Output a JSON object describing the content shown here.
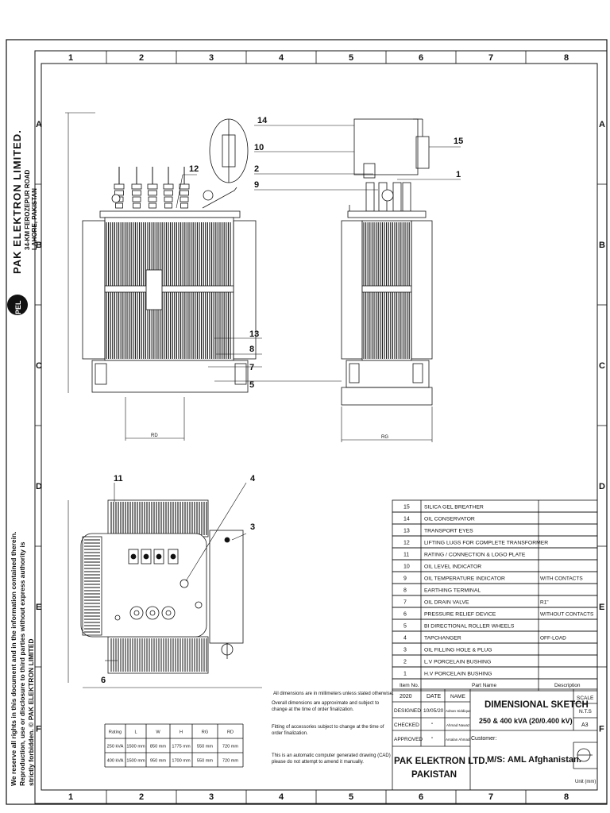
{
  "border": {
    "columns": [
      "1",
      "2",
      "3",
      "4",
      "5",
      "6",
      "7",
      "8"
    ],
    "rows": [
      "A",
      "B",
      "C",
      "D",
      "E",
      "F"
    ]
  },
  "company_vertical": {
    "name": "PAK ELEKTRON LIMITED.",
    "address_line1": "34-KM FEROZEPUR ROAD",
    "address_line2": "LAHORE, PAKISTAN",
    "logo_text": "PEL"
  },
  "copyright_vertical": {
    "line1": "We reserve all rights in this document and in the information contained therein.",
    "line2": "Reproduction, use or disclosure to third parties without express authority is",
    "line3": "strictly forbidden. © PAK ELEKTRON LIMITED"
  },
  "callouts": {
    "front": [
      "12",
      "13",
      "8",
      "7",
      "5"
    ],
    "side": [
      "14",
      "10",
      "2",
      "9",
      "15",
      "1"
    ],
    "top": [
      "11",
      "4",
      "3",
      "6"
    ]
  },
  "dimension_labels": {
    "front_rd": "RD",
    "side_rg": "RG"
  },
  "parts_table": {
    "header": {
      "item": "Item No.",
      "part": "Part Name",
      "desc": "Description"
    },
    "rows": [
      {
        "no": "15",
        "name": "SILICA GEL BREATHER",
        "desc": ""
      },
      {
        "no": "14",
        "name": "OIL CONSERVATOR",
        "desc": ""
      },
      {
        "no": "13",
        "name": "TRANSPORT EYES",
        "desc": ""
      },
      {
        "no": "12",
        "name": "LIFTING LUGS FOR COMPLETE TRANSFORMER",
        "desc": ""
      },
      {
        "no": "11",
        "name": "RATING / CONNECTION & LOGO PLATE",
        "desc": ""
      },
      {
        "no": "10",
        "name": "OIL LEVEL INDICATOR",
        "desc": ""
      },
      {
        "no": "9",
        "name": "OIL TEMPERATURE INDICATOR",
        "desc": "WITH CONTACTS"
      },
      {
        "no": "8",
        "name": "EARTHING TERMINAL",
        "desc": ""
      },
      {
        "no": "7",
        "name": "OIL DRAIN VALVE",
        "desc": "R1\""
      },
      {
        "no": "6",
        "name": "PRESSURE RELIEF DEVICE",
        "desc": "WITHOUT CONTACTS"
      },
      {
        "no": "5",
        "name": "BI DIRECTIONAL ROLLER WHEELS",
        "desc": ""
      },
      {
        "no": "4",
        "name": "TAPCHANGER",
        "desc": "OFF-LOAD"
      },
      {
        "no": "3",
        "name": "OIL FILLING HOLE & PLUG",
        "desc": ""
      },
      {
        "no": "2",
        "name": "L.V PORCELAIN BUSHING",
        "desc": ""
      },
      {
        "no": "1",
        "name": "H.V PORCELAIN BUSHING",
        "desc": ""
      }
    ]
  },
  "notes": [
    "All dimensions are in millimeters unless stated otherwise.",
    "Overall dimensions are approximate and subject to change at the time of order finalization.",
    "Fitting of accessories subject to change at the time of order finalization.",
    "This is an automatic computer generated drawing (CAD) please do not attempt to amend it manually."
  ],
  "rating_table": {
    "headers": [
      "Rating",
      "L",
      "W",
      "H",
      "RG",
      "RD"
    ],
    "rows": [
      [
        "250 kVA",
        "1500 mm",
        "850 mm",
        "1775 mm",
        "550 mm",
        "720 mm"
      ],
      [
        "400 kVA",
        "1500 mm",
        "950 mm",
        "1700 mm",
        "550 mm",
        "720 mm"
      ]
    ]
  },
  "title_block": {
    "year": "2020",
    "date_label": "DATE",
    "name_label": "NAME",
    "designed_label": "DESIGNED",
    "designed_date": "10/05/20",
    "designed_name": "Adnan Siddique",
    "checked_label": "CHECKED",
    "checked_date": "\"",
    "checked_name": "Ahmad Nawaz",
    "approved_label": "APPROVED",
    "approved_date": "\"",
    "approved_name": "Arsalan Ahmad",
    "title": "DIMENSIONAL SKETCH",
    "subtitle": "250 & 400 kVA (20/0.400 kV)",
    "scale_label": "SCALE",
    "scale_value": "N.T.S",
    "sheet_size": "A3",
    "customer_label": "Customer:",
    "customer": "M/S: AML Afghanistan.",
    "company_line1": "PAK ELEKTRON LTD.",
    "company_line2": "PAKISTAN",
    "unit": "Unit (mm)"
  }
}
